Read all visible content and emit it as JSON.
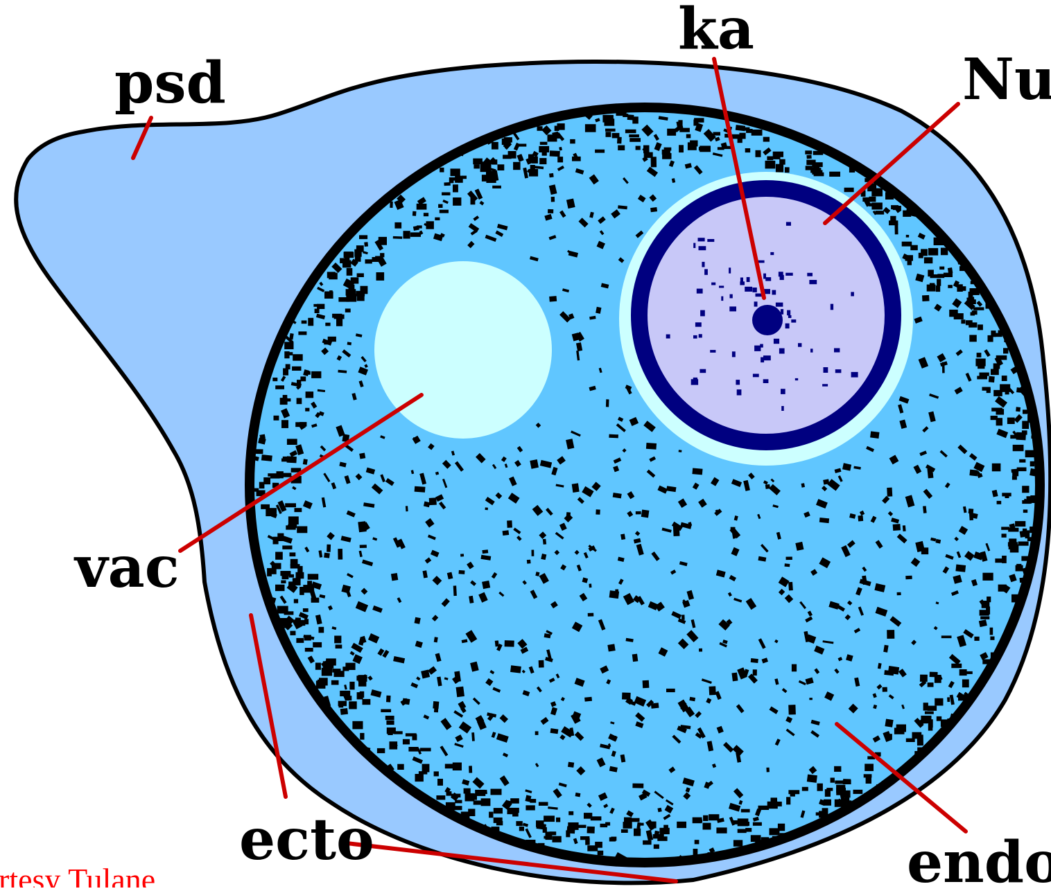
{
  "labels": {
    "psd": "psd",
    "ka": "ka",
    "nu": "Nu",
    "vac": "vac",
    "ecto": "ecto",
    "endo": "endo"
  },
  "credit": "rtesy Tulane",
  "colors": {
    "ectoplasm": "#99c9ff",
    "endoplasm": "#60c6ff",
    "endoplasm_granules": "#000000",
    "vacuole": "#ccffff",
    "nucleus_interior": "#c8c8f8",
    "nuclear_membrane": "#000080",
    "karyosome": "#000080",
    "leader_lines": "#cc0000",
    "outline": "#000000",
    "credit_text": "#ff0000"
  }
}
